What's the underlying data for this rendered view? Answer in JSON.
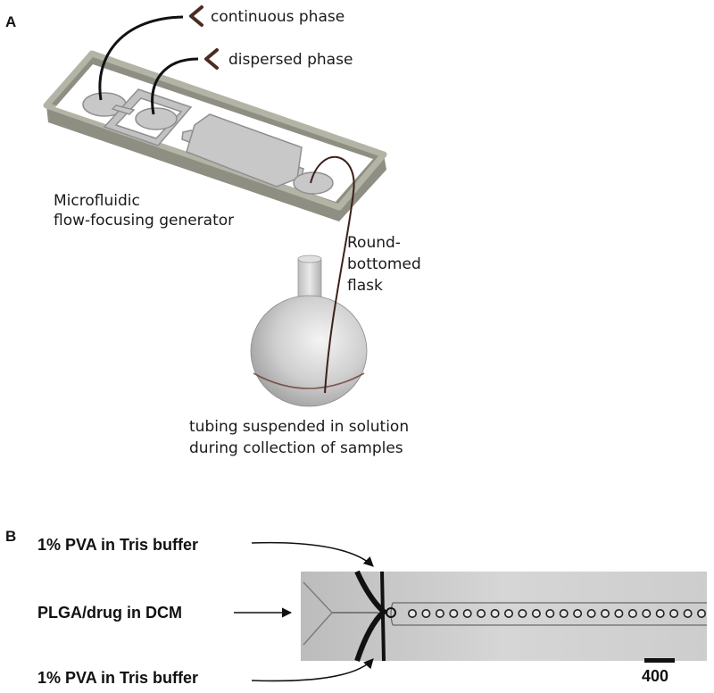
{
  "panel_a": {
    "letter": "A",
    "inlet_top_label": "continuous phase",
    "inlet_second_label": "dispersed phase",
    "device_label_line1": "Microfluidic",
    "device_label_line2": "flow-focusing generator",
    "flask_label_line1": "Round-",
    "flask_label_line2": "bottomed",
    "flask_label_line3": "flask",
    "tubing_label_line1": "tubing suspended in solution",
    "tubing_label_line2": "during collection of samples"
  },
  "panel_b": {
    "letter": "B",
    "top_label": "1% PVA in Tris buffer",
    "middle_label": "PLGA/drug in DCM",
    "bottom_label": "1% PVA in Tris buffer",
    "scale_bar_label": "400",
    "droplet_count": 22
  },
  "colors": {
    "arrow_brown": "#4a2c22",
    "device_fill": "#c8c8c8",
    "frame_fill": "#a8a99a",
    "micrograph_bg": "#cfcfcf"
  }
}
